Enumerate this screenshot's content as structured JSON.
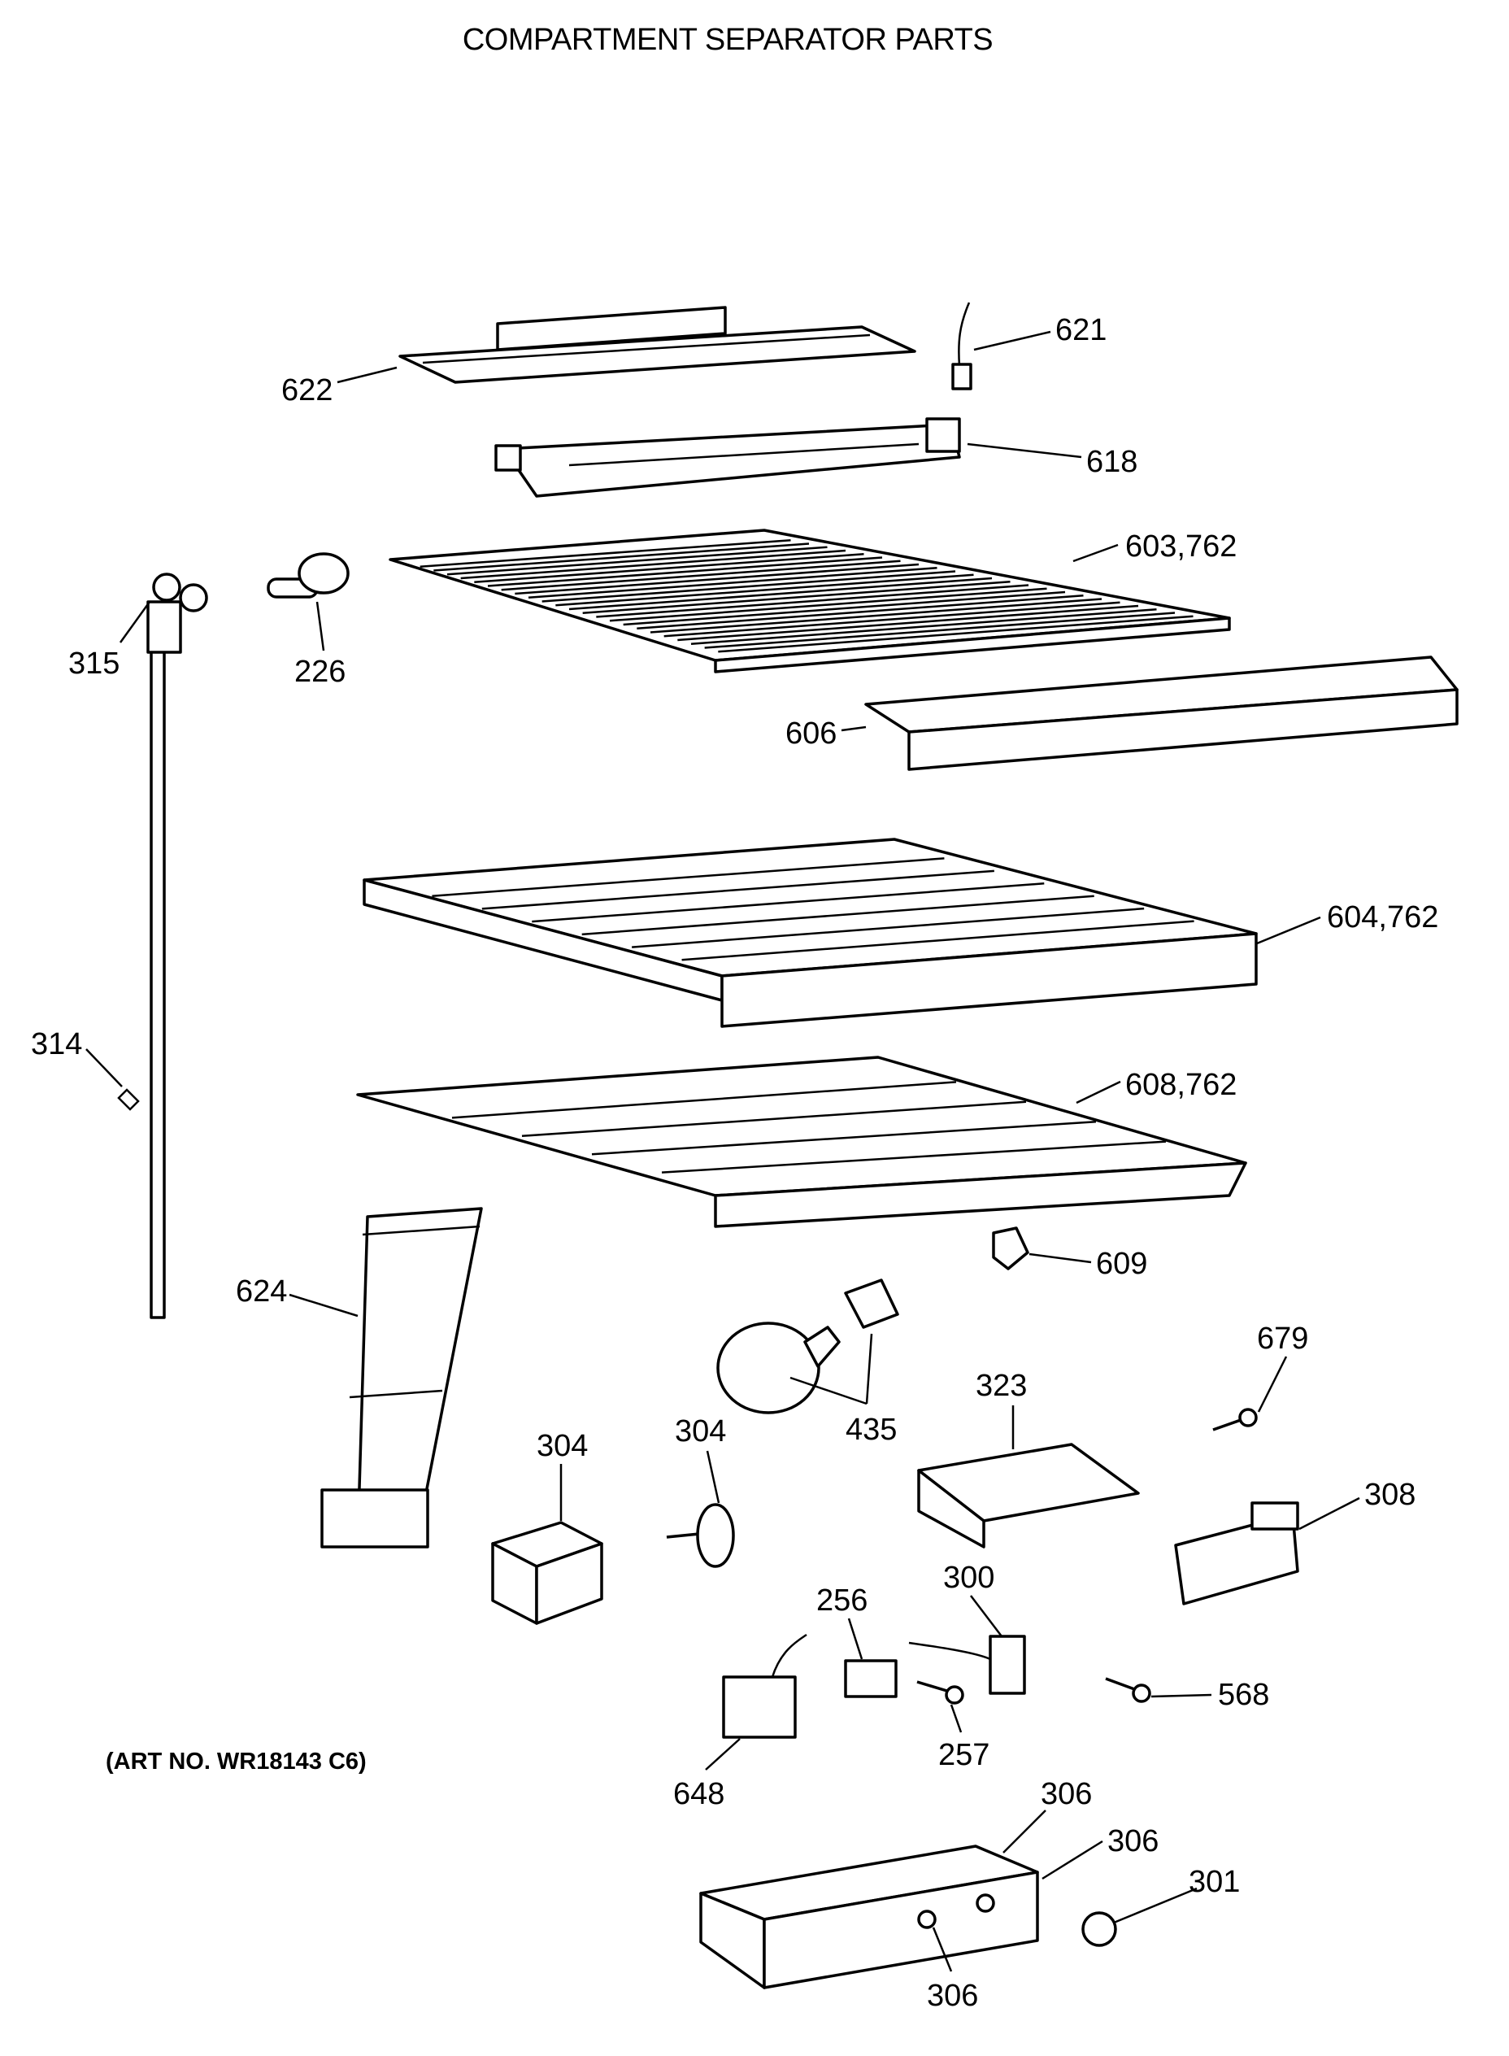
{
  "title": "COMPARTMENT SEPARATOR PARTS",
  "art_number": "(ART NO. WR18143 C6)",
  "labels": {
    "l621": "621",
    "l622": "622",
    "l618": "618",
    "l603": "603,762",
    "l315": "315",
    "l226": "226",
    "l606": "606",
    "l604": "604,762",
    "l314": "314",
    "l608": "608,762",
    "l609": "609",
    "l624": "624",
    "l679": "679",
    "l323": "323",
    "l435": "435",
    "l304a": "304",
    "l304b": "304",
    "l308": "308",
    "l256": "256",
    "l300": "300",
    "l568": "568",
    "l257": "257",
    "l648": "648",
    "l306a": "306",
    "l306b": "306",
    "l301": "301",
    "l306c": "306"
  }
}
